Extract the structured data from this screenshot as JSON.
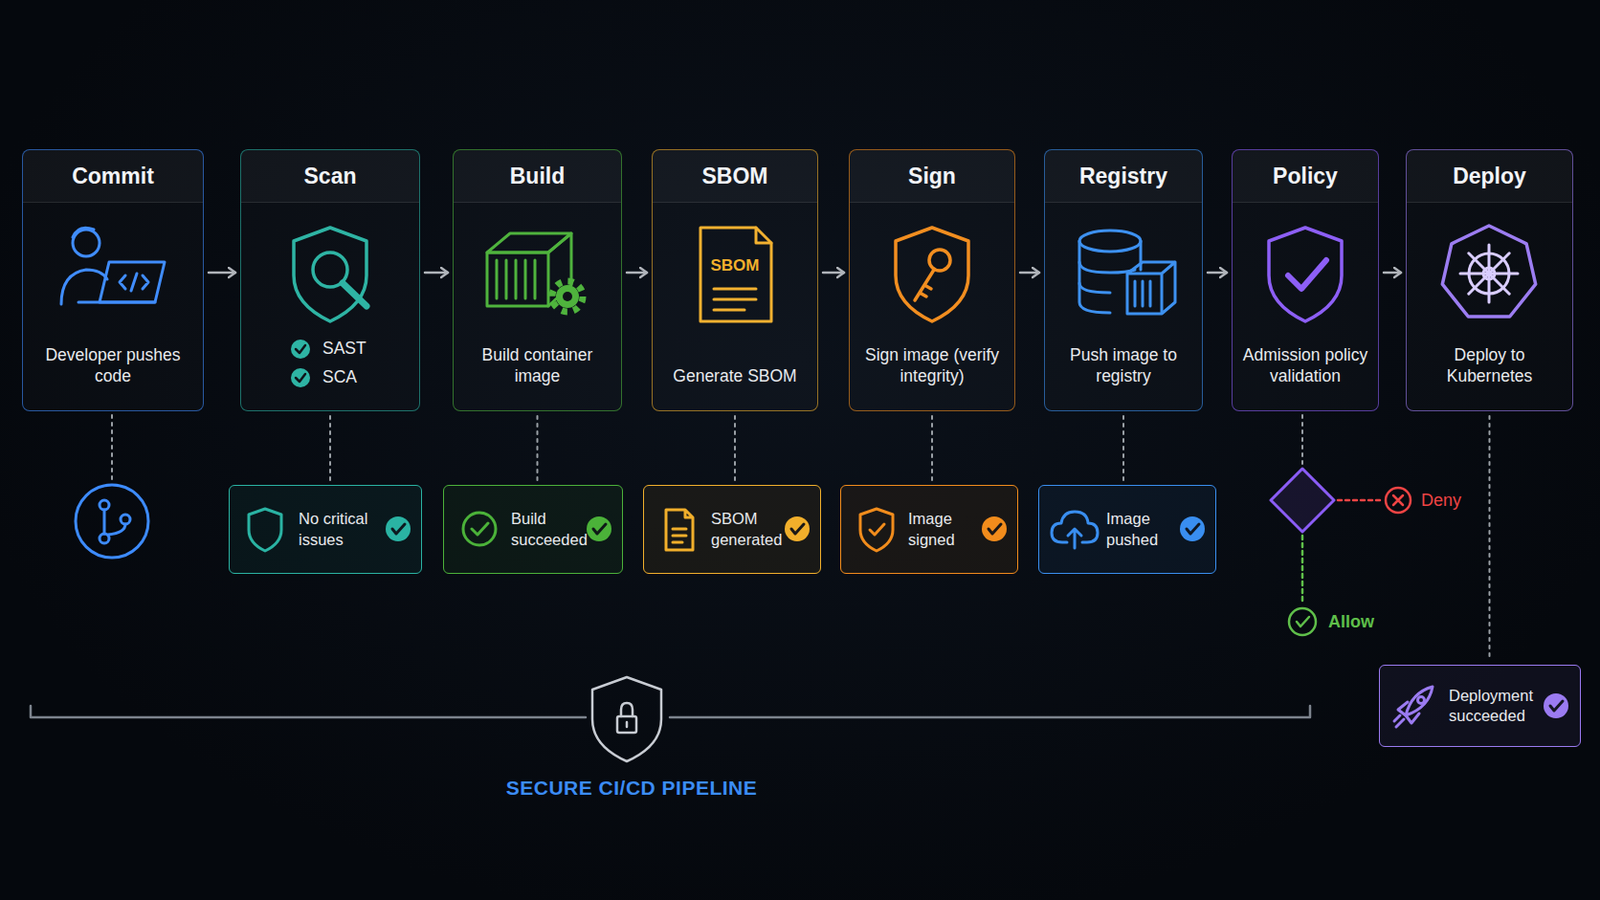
{
  "diagram": {
    "caption": "SECURE CI/CD PIPELINE",
    "nodes": [
      {
        "text": [
          "Commit",
          "Developer pushes code"
        ]
      },
      {
        "text": [
          "Scan",
          "SAST",
          "SCA"
        ]
      },
      {
        "text": [
          "Build",
          "Build container image"
        ]
      },
      {
        "text": [
          "SBOM",
          "Generate SBOM"
        ]
      },
      {
        "text": [
          "Sign",
          "Sign image (verify integrity)"
        ]
      },
      {
        "text": [
          "Registry",
          "Push image to registry"
        ]
      },
      {
        "text": [
          "Policy",
          "Admission policy validation"
        ]
      },
      {
        "text": [
          "Deploy",
          "Deploy to Kubernetes"
        ]
      },
      {
        "text": [
          "No critical issues"
        ]
      },
      {
        "text": [
          "Build succeeded"
        ]
      },
      {
        "text": [
          "SBOM generated"
        ]
      },
      {
        "text": [
          "Image signed"
        ]
      },
      {
        "text": [
          "Image pushed"
        ]
      },
      {
        "text": [
          "Deployment succeeded"
        ]
      }
    ],
    "edges": [
      {
        "from": 0,
        "to": 1,
        "arrow": "to"
      },
      {
        "from": 1,
        "to": 2,
        "arrow": "to"
      },
      {
        "from": 2,
        "to": 3,
        "arrow": "to"
      },
      {
        "from": 3,
        "to": 4,
        "arrow": "to"
      },
      {
        "from": 4,
        "to": 5,
        "arrow": "to"
      },
      {
        "from": 5,
        "to": 6,
        "arrow": "to"
      },
      {
        "from": 6,
        "to": 7,
        "arrow": "to"
      },
      {
        "from": 1,
        "to": 8,
        "arrow": "none"
      },
      {
        "from": 2,
        "to": 9,
        "arrow": "none"
      },
      {
        "from": 3,
        "to": 10,
        "arrow": "none"
      },
      {
        "from": 4,
        "to": 11,
        "arrow": "none"
      },
      {
        "from": 5,
        "to": 12,
        "arrow": "none"
      },
      {
        "from": 7,
        "to": 13,
        "arrow": "none"
      }
    ],
    "labels": [
      "SBOM",
      "Deny",
      "Allow"
    ]
  }
}
